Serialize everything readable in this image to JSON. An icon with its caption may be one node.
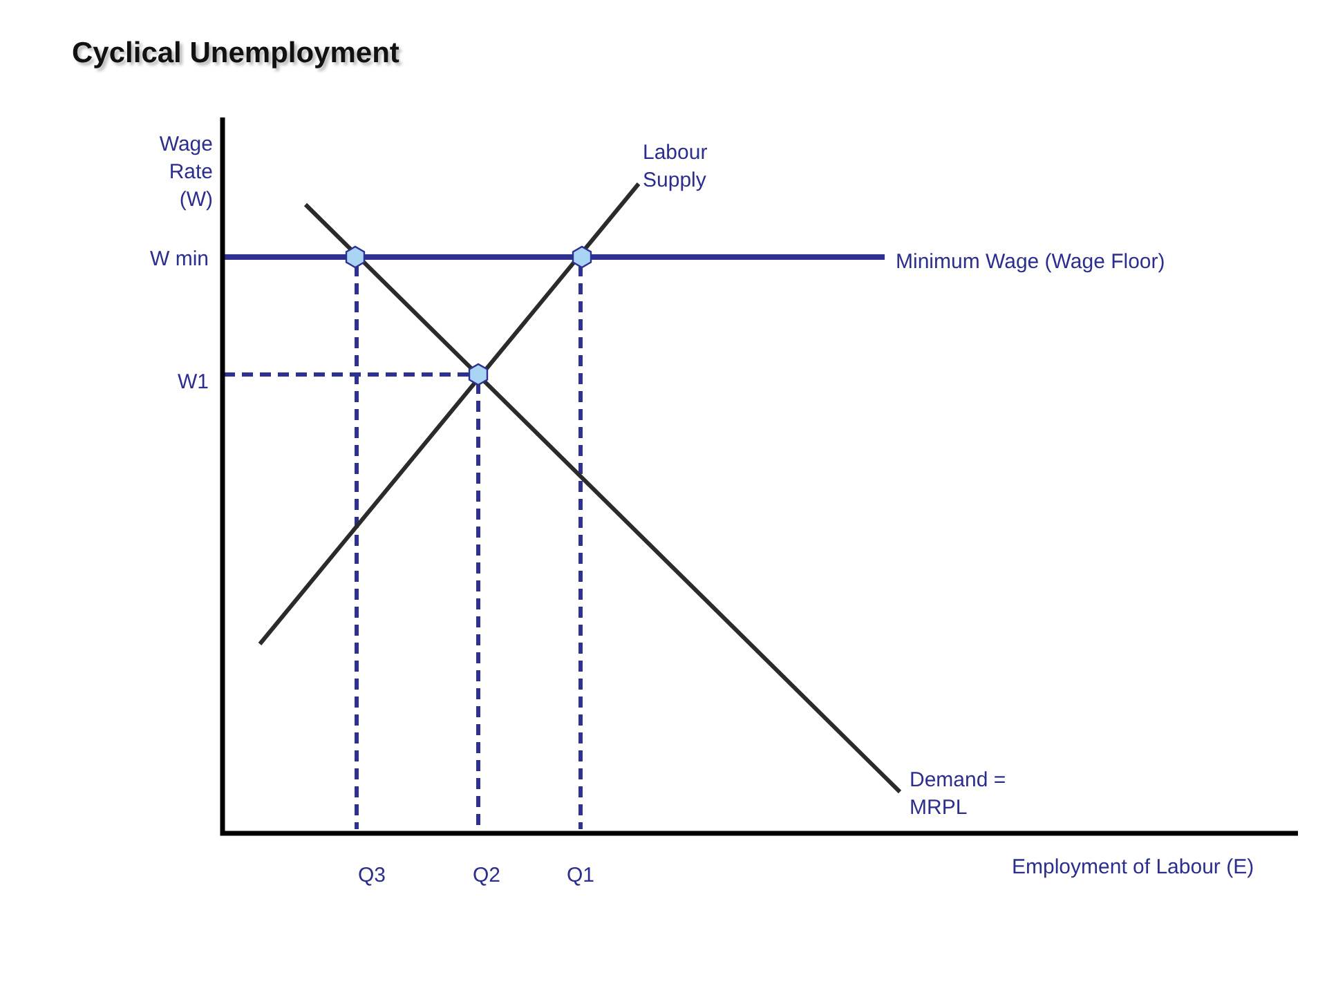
{
  "diagram": {
    "title": "Cyclical Unemployment",
    "labels": [
      "Wage Rate (W)",
      "Labour Supply",
      "W min",
      "Minimum Wage (Wage Floor)",
      "W1",
      "Demand = MRPL",
      "Q3",
      "Q2",
      "Q1",
      "Employment of Labour (E)"
    ]
  }
}
